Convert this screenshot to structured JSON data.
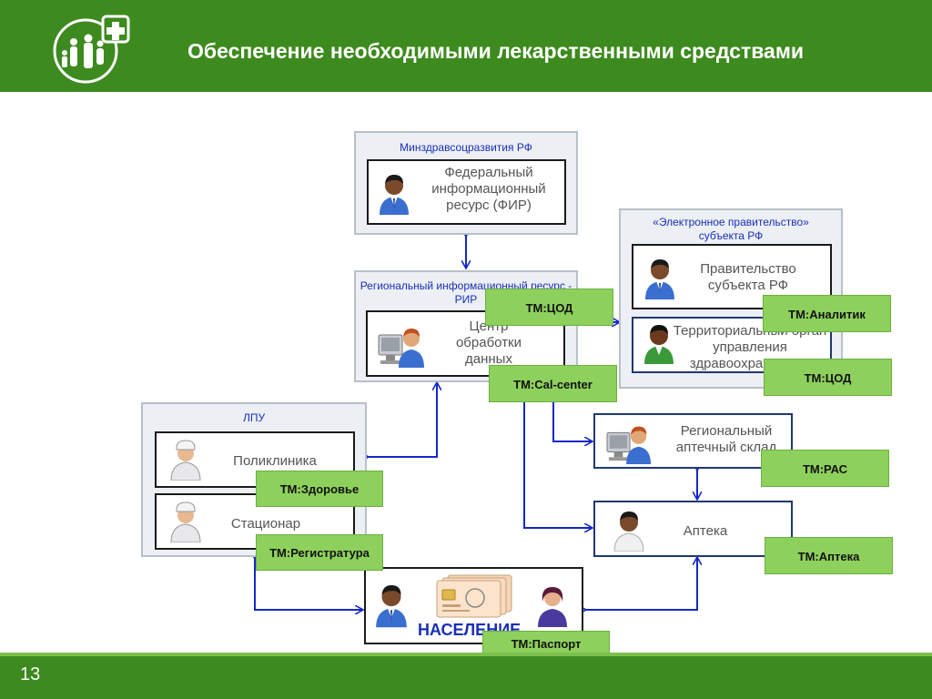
{
  "header": {
    "title": "Обеспечение необходимыми лекарственными средствами"
  },
  "footer": {
    "page_number": "13"
  },
  "groups": {
    "ministry": "Минздравсоцразвития РФ",
    "rir": "Региональный информационный ресурс - РИР",
    "egov": "«Электронное правительство» субъекта РФ",
    "lpu": "ЛПУ"
  },
  "boxes": {
    "fir": "Федеральный информационный ресурс (ФИР)",
    "cod": "Центр обработки данных",
    "gov": "Правительство субъекта РФ",
    "health": "Территориальный орган управления здравоохранением",
    "polyclinic": "Поликлиника",
    "hospital": "Стационар",
    "warehouse": "Региональный аптечный склад",
    "pharmacy": "Аптека",
    "population": "НАСЕЛЕНИЕ"
  },
  "tm_labels": {
    "cod1": "ТМ:ЦОД",
    "callcenter": "ТМ:Cal-center",
    "analyst": "ТМ:Аналитик",
    "cod2": "ТМ:ЦОД",
    "health": "ТМ:Здоровье",
    "reg": "ТМ:Регистратура",
    "pas": "ТМ:РАС",
    "pharmacy": "ТМ:Аптека",
    "passport": "ТМ:Паспорт здоровья"
  },
  "colors": {
    "header_green": "#3d8a1e",
    "tm_green": "#8ed05c",
    "arrow_blue": "#1428c8",
    "group_label_blue": "#1a2fb8"
  }
}
